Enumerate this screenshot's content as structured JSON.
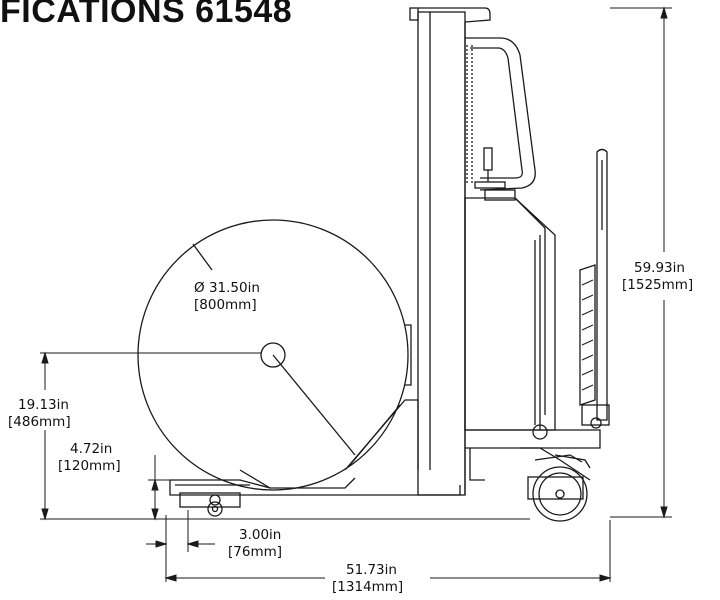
{
  "title": "FICATIONS 61548",
  "dimensions": {
    "roll_diameter": {
      "imperial": "31.50in",
      "metric": "[800mm]",
      "symbol": "Ø"
    },
    "total_height": {
      "imperial": "59.93in",
      "metric": "[1525mm]"
    },
    "roll_center_height": {
      "imperial": "19.13in",
      "metric": "[486mm]"
    },
    "fork_height": {
      "imperial": "4.72in",
      "metric": "[120mm]"
    },
    "ground_clearance": {
      "imperial": "3.00in",
      "metric": "[76mm]"
    },
    "overall_length": {
      "imperial": "51.73in",
      "metric": "[1314mm]"
    }
  }
}
